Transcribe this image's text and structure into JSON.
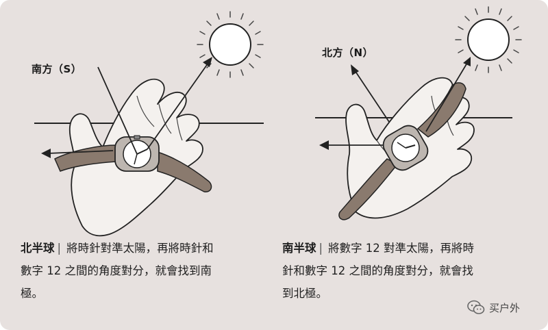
{
  "left": {
    "direction_label": "南方（S）",
    "hemisphere": "北半球",
    "separator": "|",
    "caption_line1": "將時針對準太陽，再將時針和",
    "caption_line2": "數字 12 之間的角度對分，就會找到南",
    "caption_line3": "極。"
  },
  "right": {
    "direction_label": "北方（N）",
    "hemisphere": "南半球",
    "separator": "|",
    "caption_line1": "將數字 12 對準太陽，再將時",
    "caption_line2": "針和數字 12 之間的角度對分，就會找",
    "caption_line3": "到北極。"
  },
  "watermark": {
    "text": "买户外",
    "icon": "wechat-icon"
  },
  "colors": {
    "background": "#e7e1df",
    "strap": "#8a7a6e",
    "hand": "#f4f1ee",
    "line": "#222222"
  }
}
